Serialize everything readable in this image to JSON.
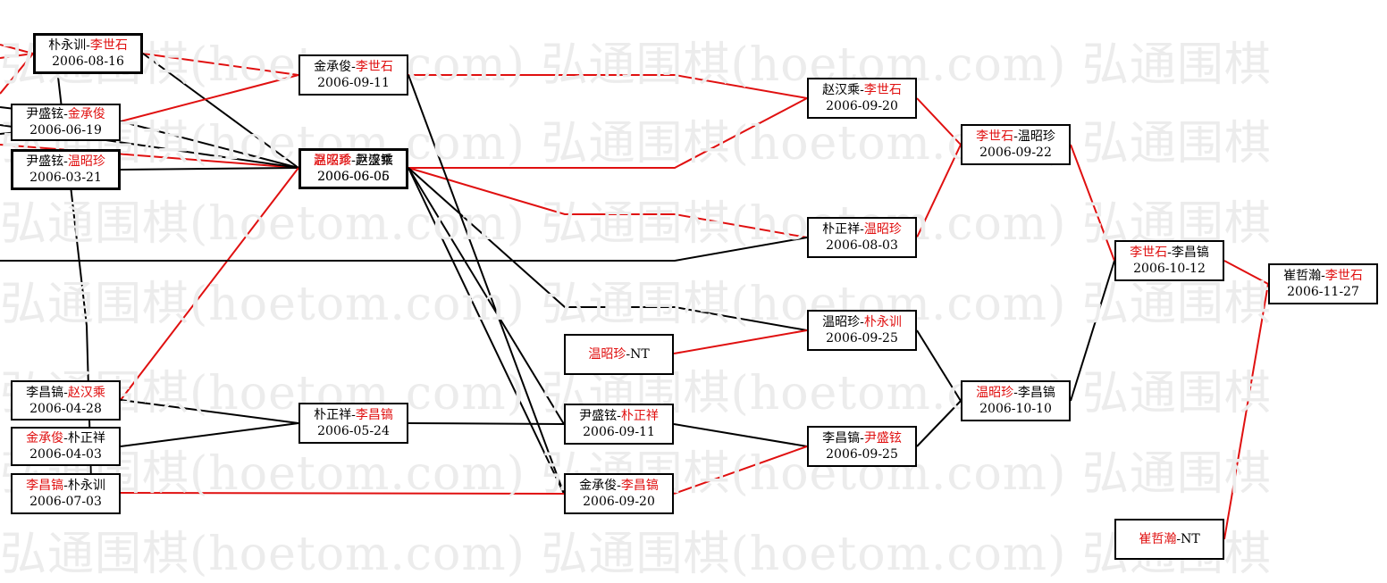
{
  "watermark": "弘通围棋(hoetom.com) 弘通围棋(hoetom.com) 弘通围棋",
  "colors": {
    "winner": "#e01010",
    "line_win": "#e01010",
    "line_loss": "#000000"
  },
  "matches": {
    "m_0816": {
      "p1": "朴永训",
      "sep": "-",
      "p2": "李世石",
      "winner": 2,
      "date": "2006-08-16"
    },
    "m_0619": {
      "p1": "尹盛铉",
      "sep": "-",
      "p2": "金承俊",
      "winner": 2,
      "date": "2006-06-19"
    },
    "m_0321": {
      "p1": "尹盛铉",
      "sep": "-",
      "p2": "温昭珍",
      "winner": 2,
      "date": "2006-03-21"
    },
    "m_0911a": {
      "p1": "金承俊",
      "sep": "-",
      "p2": "李世石",
      "winner": 2,
      "date": "2006-09-11"
    },
    "m_0605a": {
      "p1": "温昭珍",
      "sep": "-",
      "p2": "赵汉乘",
      "winner": 1,
      "date": "2006-06-05"
    },
    "m_0605b": {
      "p1": "赵汉乘",
      "sep": "-",
      "p2": "尹盛铉",
      "winner": 1,
      "date": "2006-06-06"
    },
    "m_0428": {
      "p1": "李昌镐",
      "sep": "-",
      "p2": "赵汉乘",
      "winner": 2,
      "date": "2006-04-28"
    },
    "m_0403": {
      "p1": "金承俊",
      "sep": "-",
      "p2": "朴正祥",
      "winner": 1,
      "date": "2006-04-03"
    },
    "m_0703": {
      "p1": "李昌镐",
      "sep": "-",
      "p2": "朴永训",
      "winner": 1,
      "date": "2006-07-03"
    },
    "m_0524": {
      "p1": "朴正祥",
      "sep": "-",
      "p2": "李昌镐",
      "winner": 2,
      "date": "2006-05-24"
    },
    "m_nt1": {
      "p1": "温昭珍",
      "sep": "-",
      "p2": "NT",
      "winner": 1,
      "date": ""
    },
    "m_0911b": {
      "p1": "尹盛铉",
      "sep": "-",
      "p2": "朴正祥",
      "winner": 2,
      "date": "2006-09-11"
    },
    "m_0920a": {
      "p1": "金承俊",
      "sep": "-",
      "p2": "李昌镐",
      "winner": 2,
      "date": "2006-09-20"
    },
    "m_0920b": {
      "p1": "赵汉乘",
      "sep": "-",
      "p2": "李世石",
      "winner": 2,
      "date": "2006-09-20"
    },
    "m_0803": {
      "p1": "朴正祥",
      "sep": "-",
      "p2": "温昭珍",
      "winner": 2,
      "date": "2006-08-03"
    },
    "m_0925a": {
      "p1": "温昭珍",
      "sep": "-",
      "p2": "朴永训",
      "winner": 2,
      "date": "2006-09-25"
    },
    "m_0925b": {
      "p1": "李昌镐",
      "sep": "-",
      "p2": "尹盛铉",
      "winner": 2,
      "date": "2006-09-25"
    },
    "m_0922": {
      "p1": "李世石",
      "sep": "-",
      "p2": "温昭珍",
      "winner": 1,
      "date": "2006-09-22"
    },
    "m_1010": {
      "p1": "温昭珍",
      "sep": "-",
      "p2": "李昌镐",
      "winner": 1,
      "date": "2006-10-10"
    },
    "m_1012": {
      "p1": "李世石",
      "sep": "-",
      "p2": "李昌镐",
      "winner": 1,
      "date": "2006-10-12"
    },
    "m_nt2": {
      "p1": "崔哲瀚",
      "sep": "-",
      "p2": "NT",
      "winner": 1,
      "date": ""
    },
    "m_1127": {
      "p1": "崔哲瀚",
      "sep": "-",
      "p2": "李世石",
      "winner": 2,
      "date": "2006-11-27"
    }
  }
}
